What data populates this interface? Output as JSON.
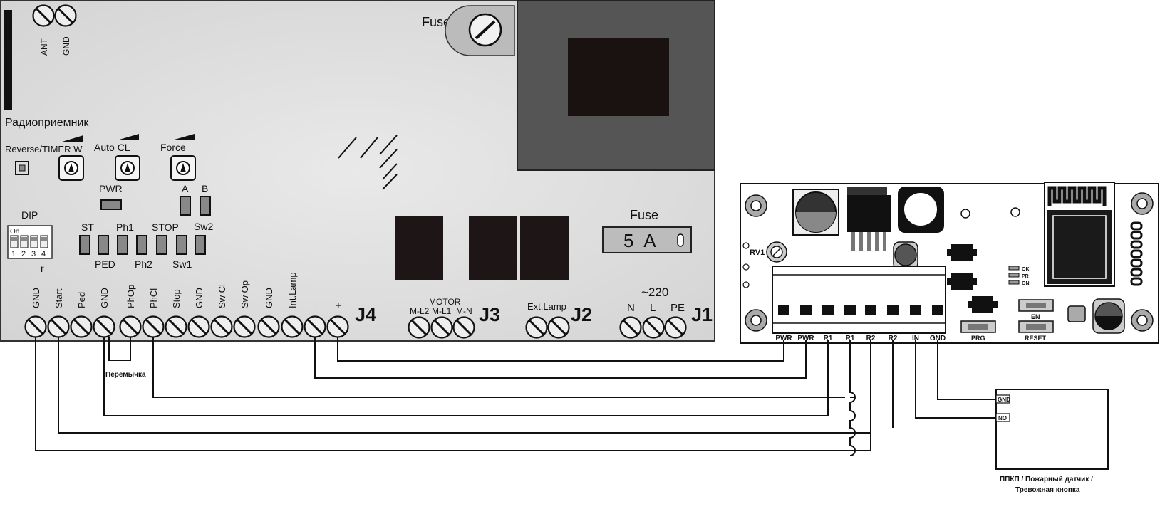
{
  "controller": {
    "radio_label": "Радиоприемник",
    "antenna_terminals": [
      "ANT",
      "GND"
    ],
    "fuse2_label": "Fuse 2",
    "trimmers": [
      "Reverse/TIMER W",
      "Auto CL",
      "Force"
    ],
    "pwr_label": "PWR",
    "dip": {
      "label": "DIP",
      "on_label": "On",
      "numbers": [
        "1",
        "2",
        "3",
        "4"
      ],
      "bottom_label": "r"
    },
    "led_labels": {
      "ST": "ST",
      "PED": "PED",
      "Ph1": "Ph1",
      "Ph2": "Ph2",
      "STOP": "STOP",
      "Sw1": "Sw1",
      "A": "A",
      "B": "B",
      "Sw2": "Sw2"
    },
    "fuse": {
      "label": "Fuse",
      "value": "5 A"
    },
    "j4": {
      "name": "J4",
      "terminals": [
        "GND",
        "Start",
        "Ped",
        "GND",
        "PhOp",
        "PhCl",
        "Stop",
        "GND",
        "Sw Cl",
        "Sw Op",
        "GND",
        "Int.Lamp",
        "-",
        "+"
      ]
    },
    "j3": {
      "name": "J3",
      "title": "MOTOR",
      "terminals": [
        "M-L2",
        "M-L1",
        "M-N"
      ]
    },
    "j2": {
      "name": "J2",
      "title": "Ext.Lamp"
    },
    "j1": {
      "name": "J1",
      "title": "~220",
      "terminals": [
        "N",
        "L",
        "PE"
      ]
    }
  },
  "relay_module": {
    "rv_label": "RV1",
    "status_leds": [
      "OK",
      "PR",
      "ON"
    ],
    "buttons": [
      "EN",
      "RESET",
      "PRG"
    ],
    "pins": [
      "PWR",
      "PWR",
      "R1",
      "R1",
      "R2",
      "R2",
      "IN",
      "GND"
    ]
  },
  "jumper_label": "Перемычка",
  "alarm": {
    "pins": [
      "GND",
      "NO"
    ],
    "caption_line1": "ППКП / Пожарный датчик /",
    "caption_line2": "Тревожная кнопка"
  }
}
